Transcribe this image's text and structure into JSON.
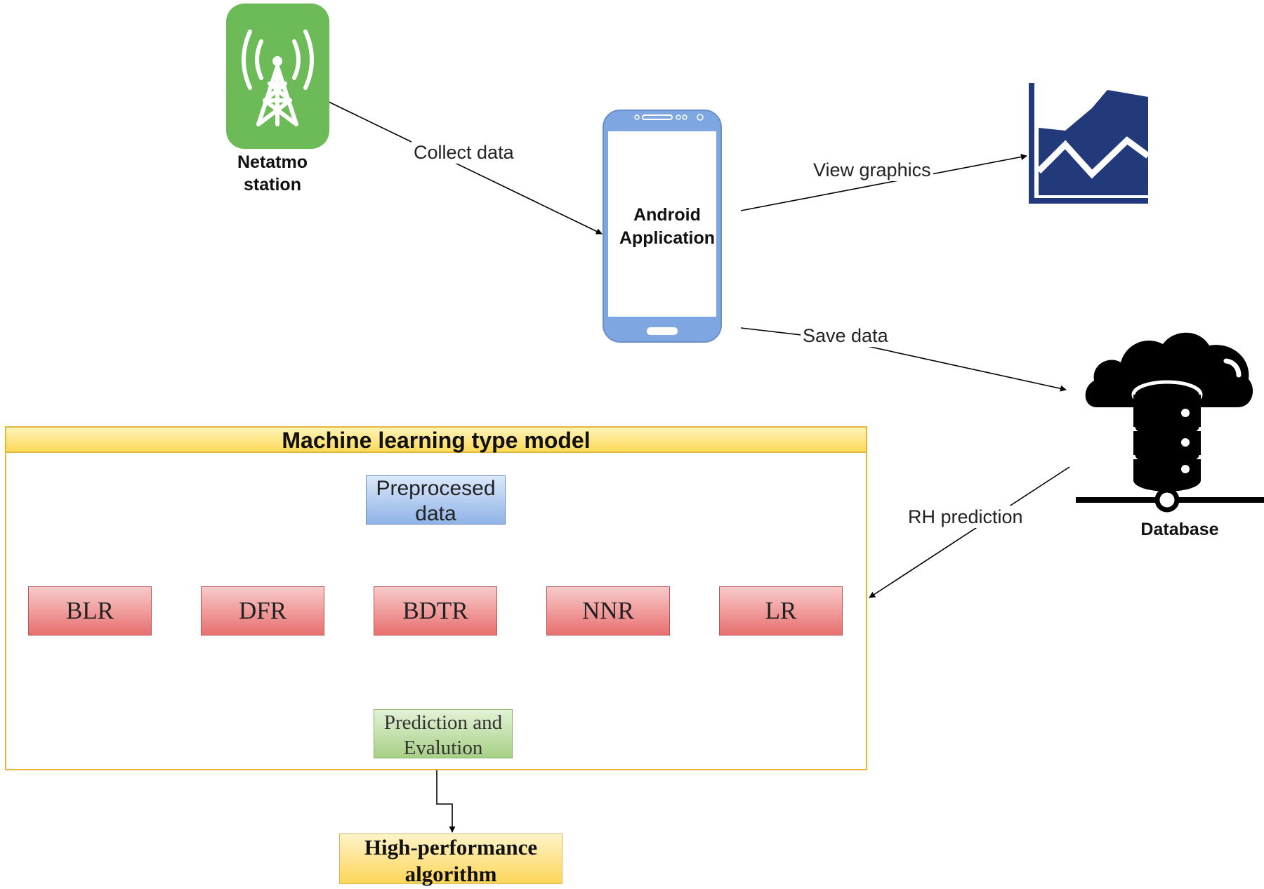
{
  "colors": {
    "station_green": "#6dbb58",
    "phone_blue": "#7ea6e0",
    "chart_navy": "#233a7a",
    "box_blue": "#8fb3e6",
    "box_red": "#e87070",
    "box_green": "#a7cf86",
    "box_yellow": "#fdd65a",
    "frame_border": "#e2b73c"
  },
  "nodes": {
    "station": {
      "icon": "antenna-tower-icon",
      "line1": "Netatmo",
      "line2": "station"
    },
    "phone": {
      "icon": "smartphone-icon",
      "line1": "Android",
      "line2": "Application"
    },
    "graphics": {
      "icon": "area-chart-icon"
    },
    "database": {
      "icon": "cloud-database-icon",
      "label": "Database"
    }
  },
  "edges": {
    "collect": "Collect data",
    "view": "View graphics",
    "save": "Save data",
    "predict": "RH prediction"
  },
  "model": {
    "title": "Machine learning type model",
    "input": {
      "line1": "Preprocesed",
      "line2": "data"
    },
    "algorithms": [
      "BLR",
      "DFR",
      "BDTR",
      "NNR",
      "LR"
    ],
    "evaluation": {
      "line1": "Prediction and",
      "line2": "Evalution"
    }
  },
  "output": {
    "line1": "High-performance",
    "line2": "algorithm"
  }
}
